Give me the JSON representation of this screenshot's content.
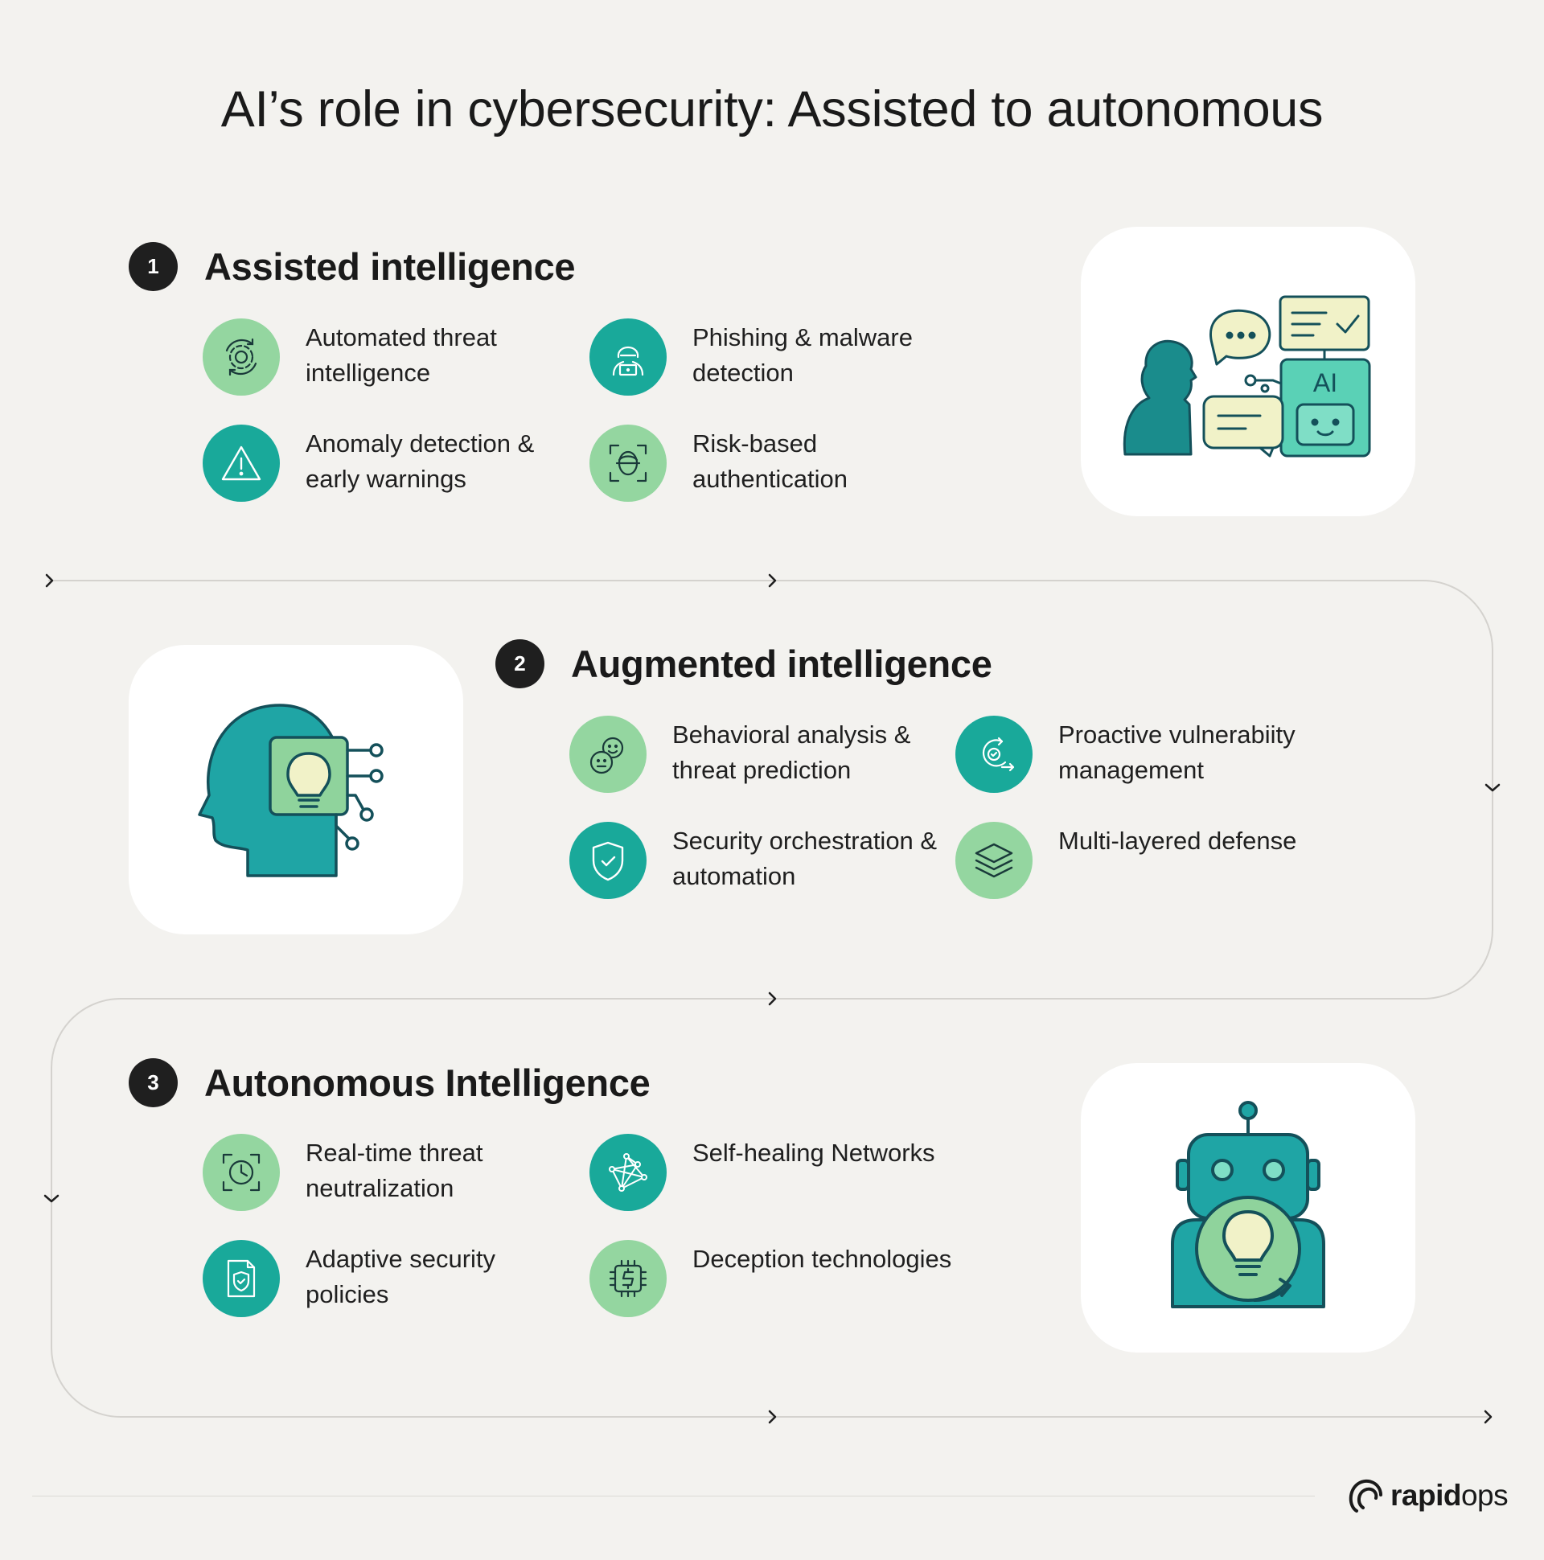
{
  "title": "AI’s role in cybersecurity: Assisted to autonomous",
  "sections": [
    {
      "number": "1",
      "title": "Assisted intelligence",
      "items": [
        {
          "label": "Automated threat intelligence",
          "icon": "gear-refresh-icon",
          "color": "#94d6a0"
        },
        {
          "label": "Phishing & malware detection",
          "icon": "hacker-laptop-icon",
          "color": "#19a99a"
        },
        {
          "label": "Anomaly detection & early warnings",
          "icon": "warning-triangle-icon",
          "color": "#19a99a"
        },
        {
          "label": "Risk-based authentication",
          "icon": "face-scan-icon",
          "color": "#94d6a0"
        }
      ],
      "illustration": "person-chat-ai-illustration"
    },
    {
      "number": "2",
      "title": "Augmented intelligence",
      "items": [
        {
          "label": "Behavioral analysis & threat prediction",
          "icon": "faces-icon",
          "color": "#94d6a0"
        },
        {
          "label": "Proactive vulnerabiity management",
          "icon": "cycle-check-icon",
          "color": "#19a99a"
        },
        {
          "label": "Security orchestration & automation",
          "icon": "shield-check-icon",
          "color": "#19a99a"
        },
        {
          "label": "Multi-layered defense",
          "icon": "layers-icon",
          "color": "#94d6a0"
        }
      ],
      "illustration": "head-chip-bulb-illustration"
    },
    {
      "number": "3",
      "title": "Autonomous Intelligence",
      "items": [
        {
          "label": "Real-time threat neutralization",
          "icon": "clock-scan-icon",
          "color": "#94d6a0"
        },
        {
          "label": "Self-healing Networks",
          "icon": "network-icon",
          "color": "#19a99a"
        },
        {
          "label": "Adaptive security policies",
          "icon": "document-shield-icon",
          "color": "#19a99a"
        },
        {
          "label": "Deception technologies",
          "icon": "chip-dollar-icon",
          "color": "#94d6a0"
        }
      ],
      "illustration": "robot-bulb-illustration"
    }
  ],
  "logo": {
    "bold": "rapid",
    "light": "ops"
  },
  "colors": {
    "teal": "#19a99a",
    "green": "#94d6a0",
    "dark": "#156e7a",
    "background": "#f3f2ef"
  }
}
